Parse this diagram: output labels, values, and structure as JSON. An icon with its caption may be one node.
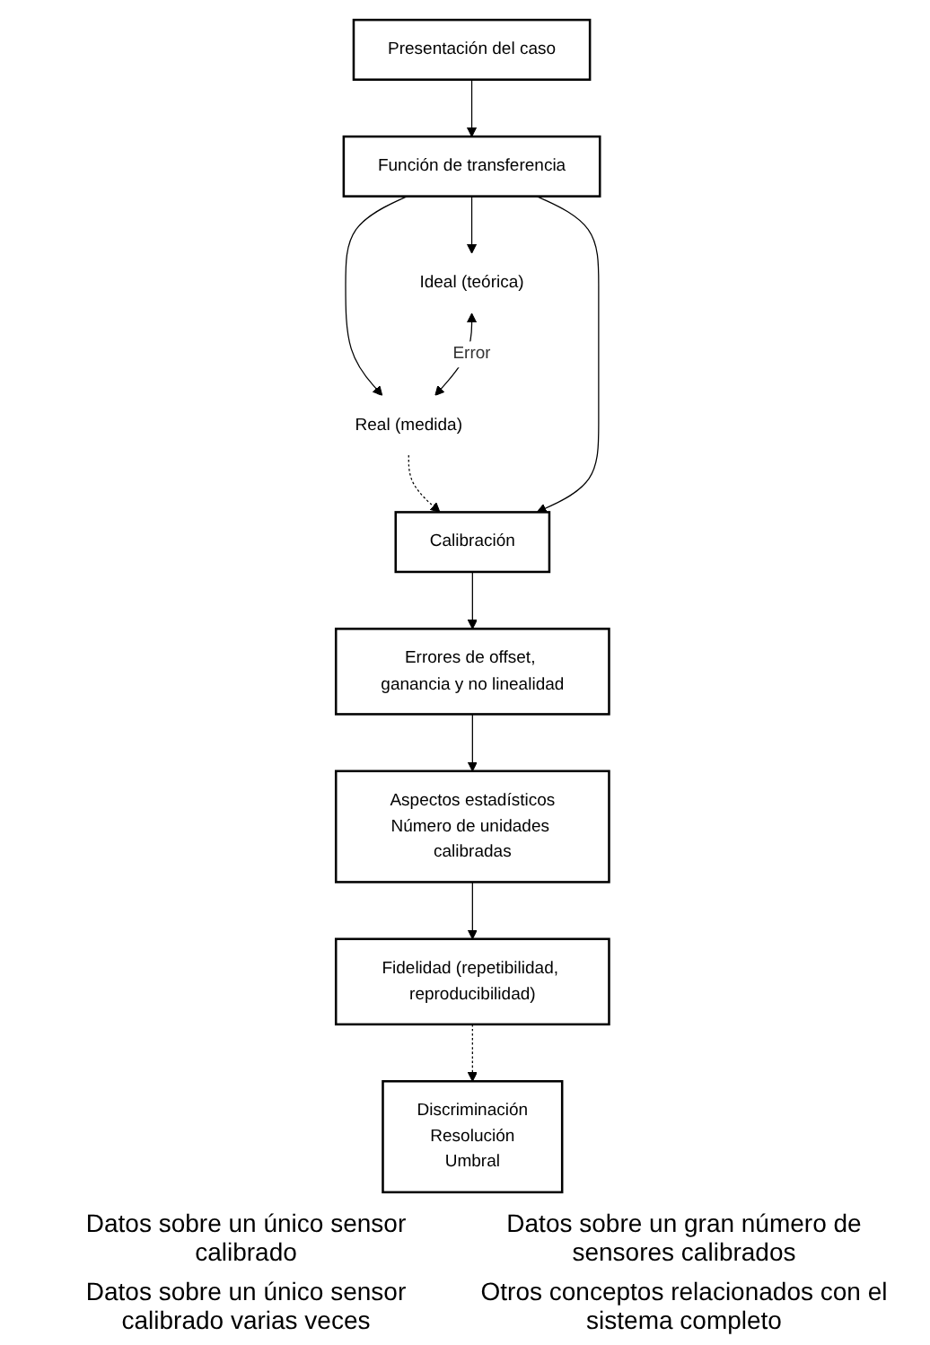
{
  "diagram": {
    "nodes": [
      {
        "text": [
          "Presentación del caso"
        ]
      },
      {
        "text": [
          "Función de transferencia"
        ]
      },
      {
        "text": [
          "Ideal (teórica)"
        ]
      },
      {
        "text": [
          "Real (medida)"
        ]
      },
      {
        "text": [
          "Calibración"
        ]
      },
      {
        "text": [
          "Errores de offset, ganancia y no linealidad"
        ]
      },
      {
        "text": [
          "Aspectos estadísticos",
          "Número de unidades calibradas"
        ]
      },
      {
        "text": [
          "Fidelidad (repetibilidad, reproducibilidad)"
        ]
      },
      {
        "text": [
          "Discriminación",
          "Resolución",
          "Umbral"
        ]
      }
    ],
    "edges": [
      {
        "from": 0,
        "to": 1,
        "arrow": "to"
      },
      {
        "from": 1,
        "to": 2,
        "arrow": "to"
      },
      {
        "from": 1,
        "to": 3,
        "arrow": "to"
      },
      {
        "from": 2,
        "to": 3,
        "arrow": "both",
        "label": "Error"
      },
      {
        "from": 3,
        "to": 4,
        "arrow": "to",
        "style": "dashed"
      },
      {
        "from": 1,
        "to": 4,
        "arrow": "to"
      },
      {
        "from": 4,
        "to": 5,
        "arrow": "to"
      },
      {
        "from": 5,
        "to": 6,
        "arrow": "to"
      },
      {
        "from": 6,
        "to": 7,
        "arrow": "to"
      },
      {
        "from": 7,
        "to": 8,
        "arrow": "to",
        "style": "dashed"
      }
    ],
    "labels": [
      "Datos sobre un único sensor calibrado",
      "Datos sobre un gran número de sensores calibrados",
      "Datos sobre un único sensor calibrado varias veces",
      "Otros conceptos relacionados con el sistema completo"
    ]
  }
}
